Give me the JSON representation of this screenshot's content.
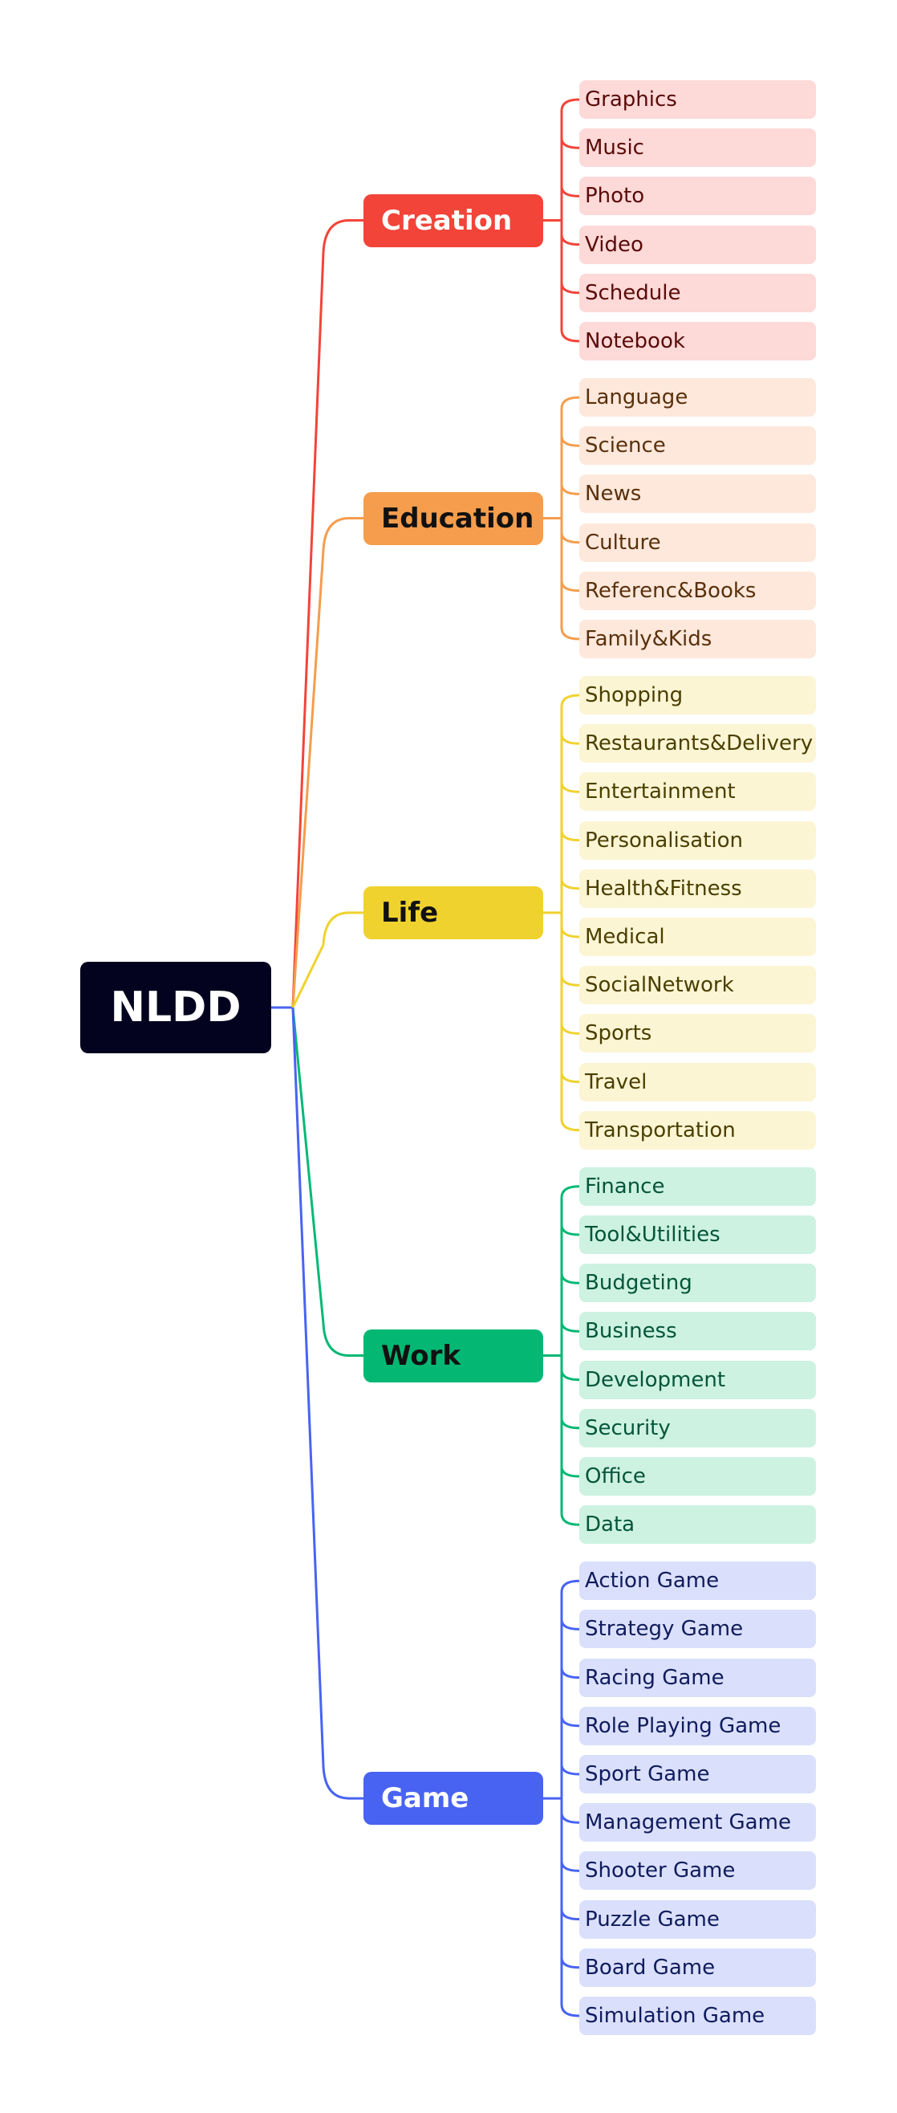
{
  "root": {
    "label": "NLDD",
    "color": "#03031f"
  },
  "branches": [
    {
      "label": "Creation",
      "color": "#f24439",
      "text_color": "#ffffff",
      "leaf_bg": "#fdd9d8",
      "leaf_text": "#5a0b08",
      "leaves": [
        "Graphics",
        "Music",
        "Photo",
        "Video",
        "Schedule",
        "Notebook"
      ]
    },
    {
      "label": "Education",
      "color": "#f59d4c",
      "text_color": "#111111",
      "leaf_bg": "#fde8db",
      "leaf_text": "#5a300c",
      "leaves": [
        "Language",
        "Science",
        "News",
        "Culture",
        "Referenc&Books",
        "Family&Kids"
      ]
    },
    {
      "label": "Life",
      "color": "#f0d22e",
      "text_color": "#111111",
      "leaf_bg": "#fcf5d4",
      "leaf_text": "#4a3f00",
      "leaves": [
        "Shopping",
        "Restaurants&Delivery",
        "Entertainment",
        "Personalisation",
        "Health&Fitness",
        "Medical",
        "SocialNetwork",
        "Sports",
        "Travel",
        "Transportation"
      ]
    },
    {
      "label": "Work",
      "color": "#04b874",
      "text_color": "#111111",
      "leaf_bg": "#cdf2e2",
      "leaf_text": "#04553a",
      "leaves": [
        "Finance",
        "Tool&Utilities",
        "Budgeting",
        "Business",
        "Development",
        "Security",
        "Office",
        "Data"
      ]
    },
    {
      "label": "Game",
      "color": "#4863f2",
      "text_color": "#ffffff",
      "leaf_bg": "#dae0fb",
      "leaf_text": "#0f1b5c",
      "leaves": [
        "Action Game",
        "Strategy Game",
        "Racing Game",
        "Role Playing Game",
        "Sport Game",
        "Management Game",
        "Shooter Game",
        "Puzzle Game",
        "Board Game",
        "Simulation Game"
      ]
    }
  ]
}
